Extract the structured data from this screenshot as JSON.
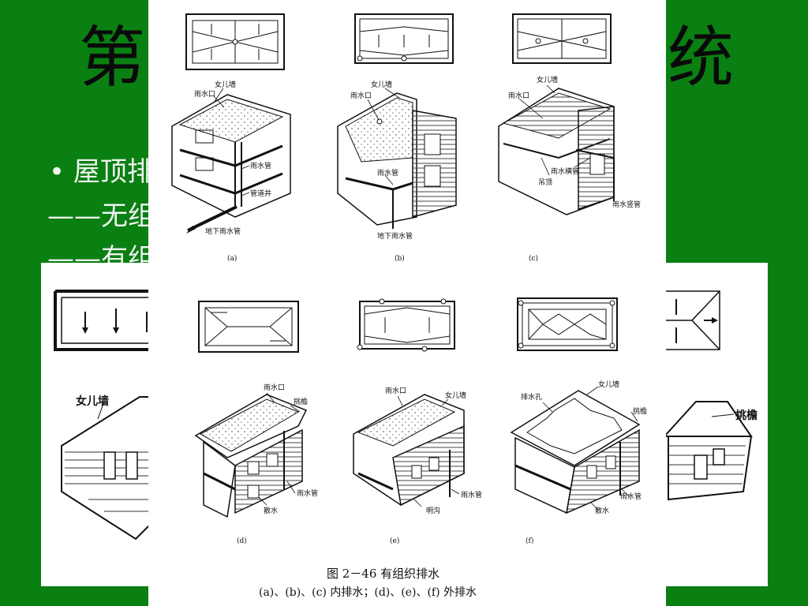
{
  "slide": {
    "title_left": "第",
    "title_right": "统",
    "bullet_line1": "• 屋顶排",
    "bullet_line2": "——无组",
    "bullet_line3": "——有组"
  },
  "back_panel": {
    "label_left": "女儿墙",
    "label_right": "挑檐"
  },
  "figure": {
    "caption_title": "图 2－46   有组织排水",
    "caption_sub": "(a)、(b)、(c) 内排水；(d)、(e)、(f) 外排水",
    "sub_a": "(a)",
    "sub_b": "(b)",
    "sub_c": "(c)",
    "sub_d": "(d)",
    "sub_e": "(e)",
    "sub_f": "(f)",
    "a": {
      "parapet": "女儿墙",
      "outlet": "雨水口",
      "pipe": "雨水管",
      "shaft": "管道井",
      "underground": "地下雨水管"
    },
    "b": {
      "parapet": "女儿墙",
      "outlet": "雨水口",
      "pipe": "雨水管",
      "underground": "地下雨水管"
    },
    "c": {
      "parapet": "女儿墙",
      "outlet": "雨水口",
      "horizontal_pipe": "雨水横管",
      "ceiling": "吊顶",
      "vertical_pipe": "雨水竖管"
    },
    "d": {
      "outlet": "雨水口",
      "eave": "挑檐",
      "pipe": "雨水管",
      "apron": "散水"
    },
    "e": {
      "outlet": "雨水口",
      "parapet": "女儿墙",
      "pipe": "雨水管",
      "ditch": "明沟"
    },
    "f": {
      "parapet": "女儿墙",
      "hole": "排水孔",
      "eave": "挑檐",
      "pipe": "雨水管",
      "apron": "散水"
    }
  }
}
